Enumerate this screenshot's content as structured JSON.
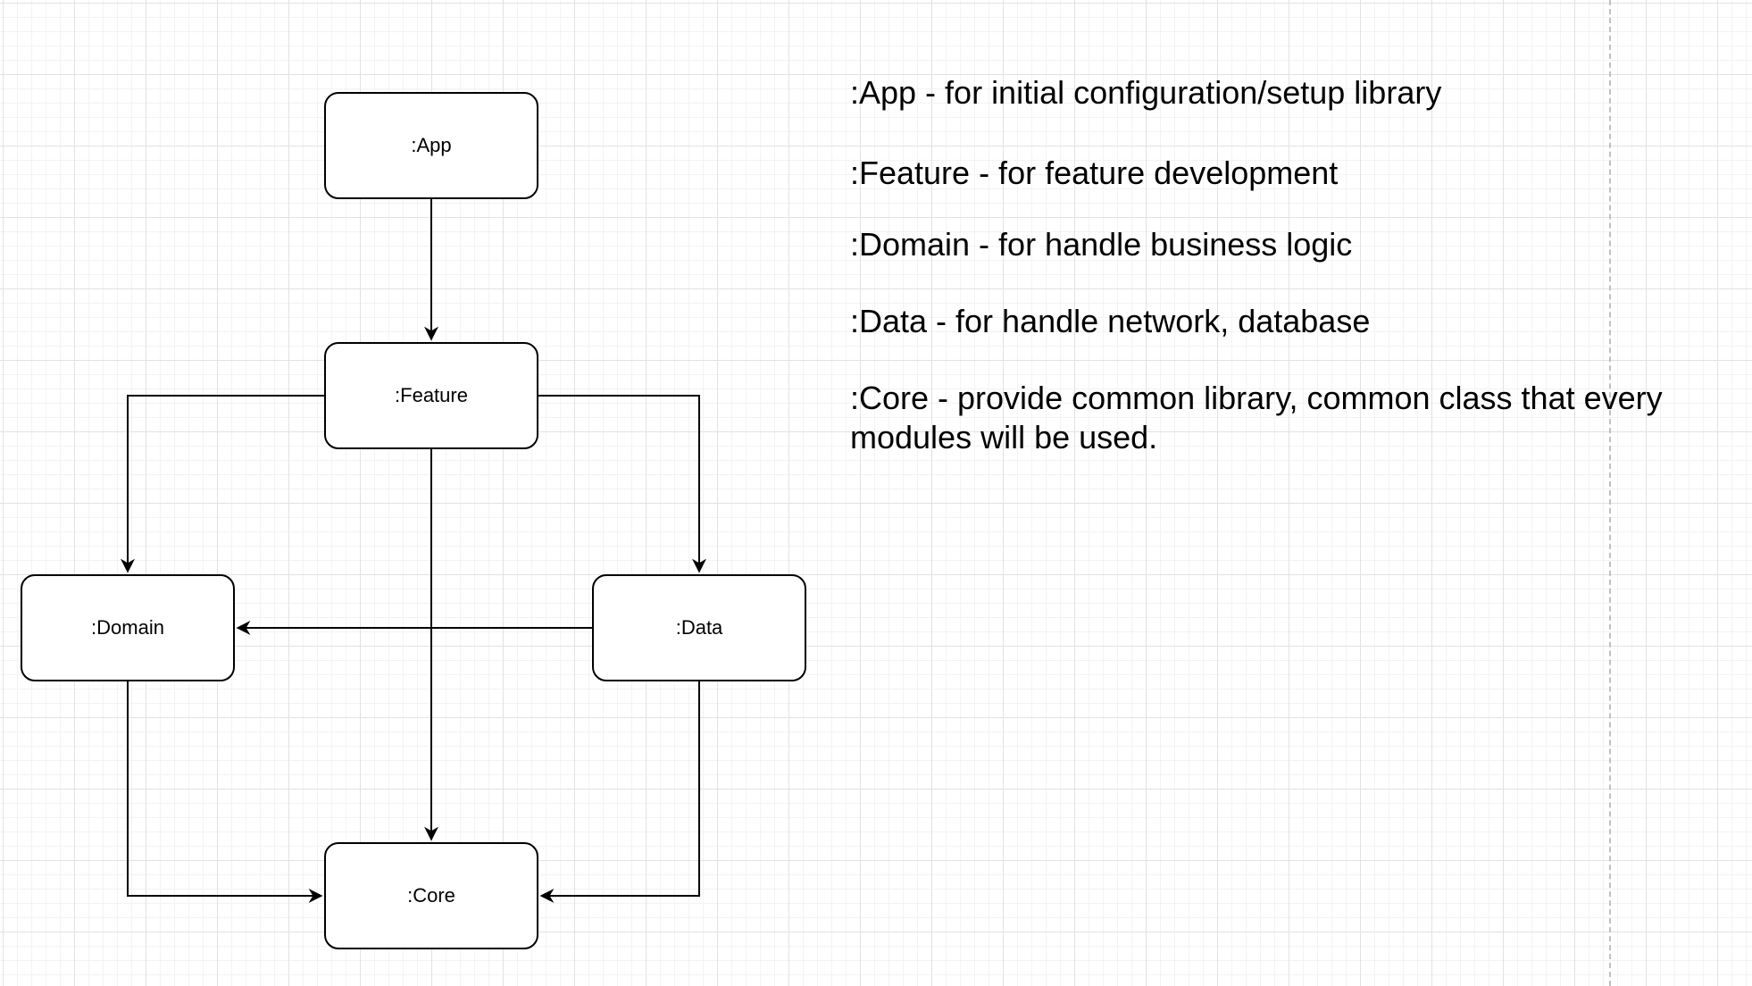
{
  "colors": {
    "background": "#ffffff",
    "grid_major": "#e2e2e2",
    "grid_minor": "#f3f3f3",
    "stroke": "#000000",
    "page_boundary": "#c0c0c0"
  },
  "nodes": {
    "app": ":App",
    "feature": ":Feature",
    "domain": ":Domain",
    "data": ":Data",
    "core": ":Core"
  },
  "notes": {
    "app": ":App - for initial configuration/setup library",
    "feature": ":Feature - for feature development",
    "domain": ":Domain - for handle business logic",
    "data": ":Data - for handle network, database",
    "core": ":Core - provide common library, common class that every modules will be used."
  }
}
